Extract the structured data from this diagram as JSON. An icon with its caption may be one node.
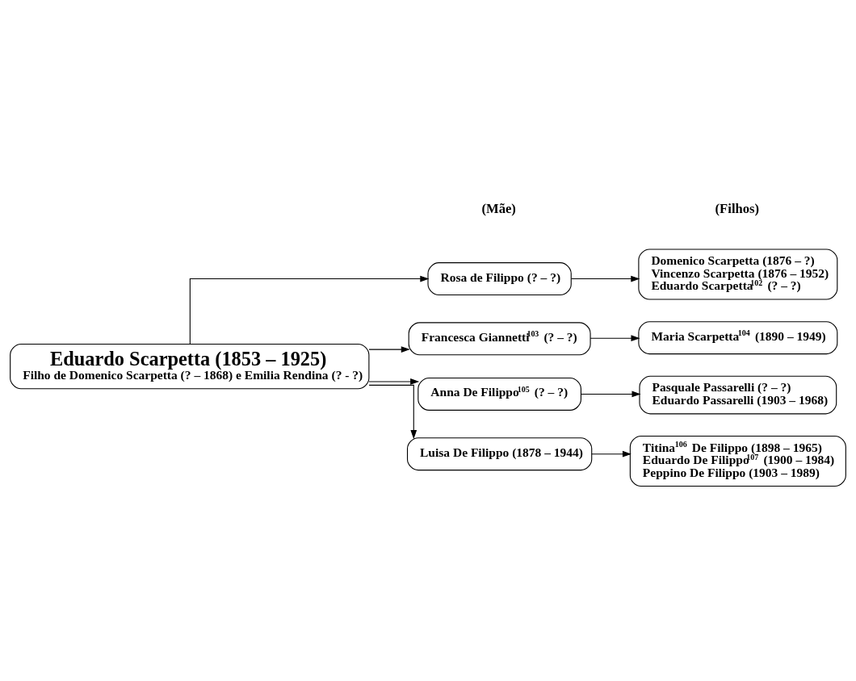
{
  "diagram": {
    "nodes": [
      {
        "text": [
          "Eduardo Scarpetta (1853 – 1925)",
          "Filho de Domenico Scarpetta (? – 1868) e Emilia Rendina (? - ?)"
        ]
      },
      {
        "text": [
          "Rosa de Filippo (? – ?)"
        ]
      },
      {
        "text": [
          "Domenico Scarpetta (1876 – ?)",
          "Vincenzo Scarpetta (1876 – 1952)",
          "Eduardo Scarpetta$^{102}$ (? – ?)"
        ]
      },
      {
        "text": [
          "Francesca Giannetti$^{103}$ (? – ?)"
        ]
      },
      {
        "text": [
          "Maria Scarpetta$^{104}$ (1890 – 1949)"
        ]
      },
      {
        "text": [
          "Anna De Filippo$^{105}$ (? – ?)"
        ]
      },
      {
        "text": [
          "Pasquale Passarelli (? – ?)",
          "Eduardo Passarelli (1903 – 1968)"
        ]
      },
      {
        "text": [
          "Luisa De Filippo (1878 – 1944)"
        ]
      },
      {
        "text": [
          "Titina$^{106}$ De Filippo (1898 – 1965)",
          "Eduardo De Filippo$^{107}$ (1900 – 1984)",
          "Peppino De Filippo (1903 – 1989)"
        ]
      }
    ],
    "edges": [
      {
        "from": 0,
        "to": 1,
        "arrow": "to"
      },
      {
        "from": 0,
        "to": 3,
        "arrow": "to"
      },
      {
        "from": 0,
        "to": 5,
        "arrow": "to"
      },
      {
        "from": 0,
        "to": 7,
        "arrow": "to"
      },
      {
        "from": 1,
        "to": 2,
        "arrow": "to"
      },
      {
        "from": 3,
        "to": 4,
        "arrow": "to"
      },
      {
        "from": 5,
        "to": 6,
        "arrow": "to"
      },
      {
        "from": 7,
        "to": 8,
        "arrow": "to"
      }
    ],
    "labels": [
      "(Mãe)",
      "(Filhos)"
    ]
  }
}
